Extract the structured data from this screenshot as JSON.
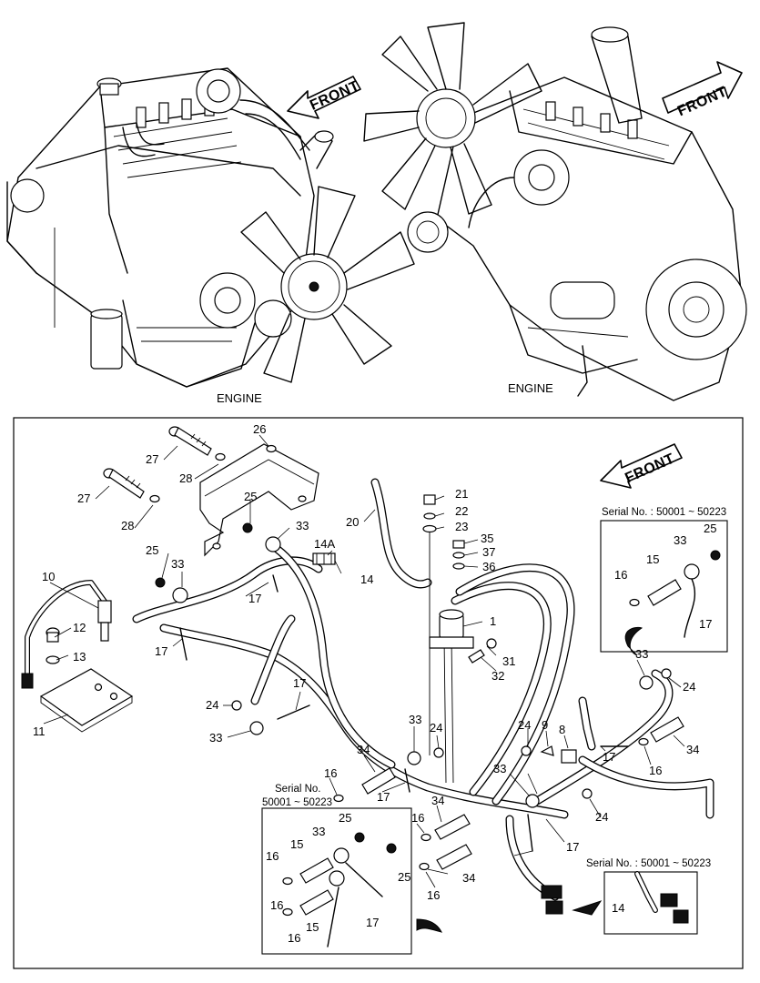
{
  "engine_views": {
    "left_caption": "ENGINE",
    "right_caption": "ENGINE",
    "left_front": "FRONT",
    "right_front": "FRONT"
  },
  "harness": {
    "front": "FRONT",
    "callouts": [
      {
        "id": "c1",
        "text": "1"
      },
      {
        "id": "c8",
        "text": "8"
      },
      {
        "id": "c9",
        "text": "9"
      },
      {
        "id": "c10",
        "text": "10"
      },
      {
        "id": "c11",
        "text": "11"
      },
      {
        "id": "c12",
        "text": "12"
      },
      {
        "id": "c13",
        "text": "13"
      },
      {
        "id": "c14",
        "text": "14"
      },
      {
        "id": "c14a",
        "text": "14A"
      },
      {
        "id": "c16a",
        "text": "16"
      },
      {
        "id": "c16b",
        "text": "16"
      },
      {
        "id": "c16c",
        "text": "16"
      },
      {
        "id": "c16d",
        "text": "16"
      },
      {
        "id": "c17a",
        "text": "17"
      },
      {
        "id": "c17b",
        "text": "17"
      },
      {
        "id": "c17c",
        "text": "17"
      },
      {
        "id": "c17d",
        "text": "17"
      },
      {
        "id": "c17e",
        "text": "17"
      },
      {
        "id": "c17f",
        "text": "17"
      },
      {
        "id": "c20",
        "text": "20"
      },
      {
        "id": "c21",
        "text": "21"
      },
      {
        "id": "c22",
        "text": "22"
      },
      {
        "id": "c23",
        "text": "23"
      },
      {
        "id": "c24a",
        "text": "24"
      },
      {
        "id": "c24b",
        "text": "24"
      },
      {
        "id": "c24c",
        "text": "24"
      },
      {
        "id": "c24d",
        "text": "24"
      },
      {
        "id": "c24e",
        "text": "24"
      },
      {
        "id": "c25a",
        "text": "25"
      },
      {
        "id": "c25b",
        "text": "25"
      },
      {
        "id": "c26",
        "text": "26"
      },
      {
        "id": "c27a",
        "text": "27"
      },
      {
        "id": "c27b",
        "text": "27"
      },
      {
        "id": "c28a",
        "text": "28"
      },
      {
        "id": "c28b",
        "text": "28"
      },
      {
        "id": "c31",
        "text": "31"
      },
      {
        "id": "c32",
        "text": "32"
      },
      {
        "id": "c33a",
        "text": "33"
      },
      {
        "id": "c33b",
        "text": "33"
      },
      {
        "id": "c33c",
        "text": "33"
      },
      {
        "id": "c33d",
        "text": "33"
      },
      {
        "id": "c33e",
        "text": "33"
      },
      {
        "id": "c33f",
        "text": "33"
      },
      {
        "id": "c34a",
        "text": "34"
      },
      {
        "id": "c34b",
        "text": "34"
      },
      {
        "id": "c34c",
        "text": "34"
      },
      {
        "id": "c34d",
        "text": "34"
      },
      {
        "id": "c35",
        "text": "35"
      },
      {
        "id": "c36",
        "text": "36"
      },
      {
        "id": "c37",
        "text": "37"
      }
    ]
  },
  "inset_top_right": {
    "title": "Serial No. : 50001 ~ 50223",
    "callouts": [
      "25",
      "33",
      "15",
      "16",
      "17"
    ]
  },
  "inset_bottom_left": {
    "title_line1": "Serial No.",
    "title_line2": "50001 ~ 50223",
    "callouts": [
      "25",
      "33",
      "15",
      "16",
      "25",
      "16",
      "15",
      "16",
      "17"
    ]
  },
  "inset_bottom_right": {
    "title": "Serial No. : 50001 ~ 50223",
    "callouts": [
      "14"
    ]
  }
}
